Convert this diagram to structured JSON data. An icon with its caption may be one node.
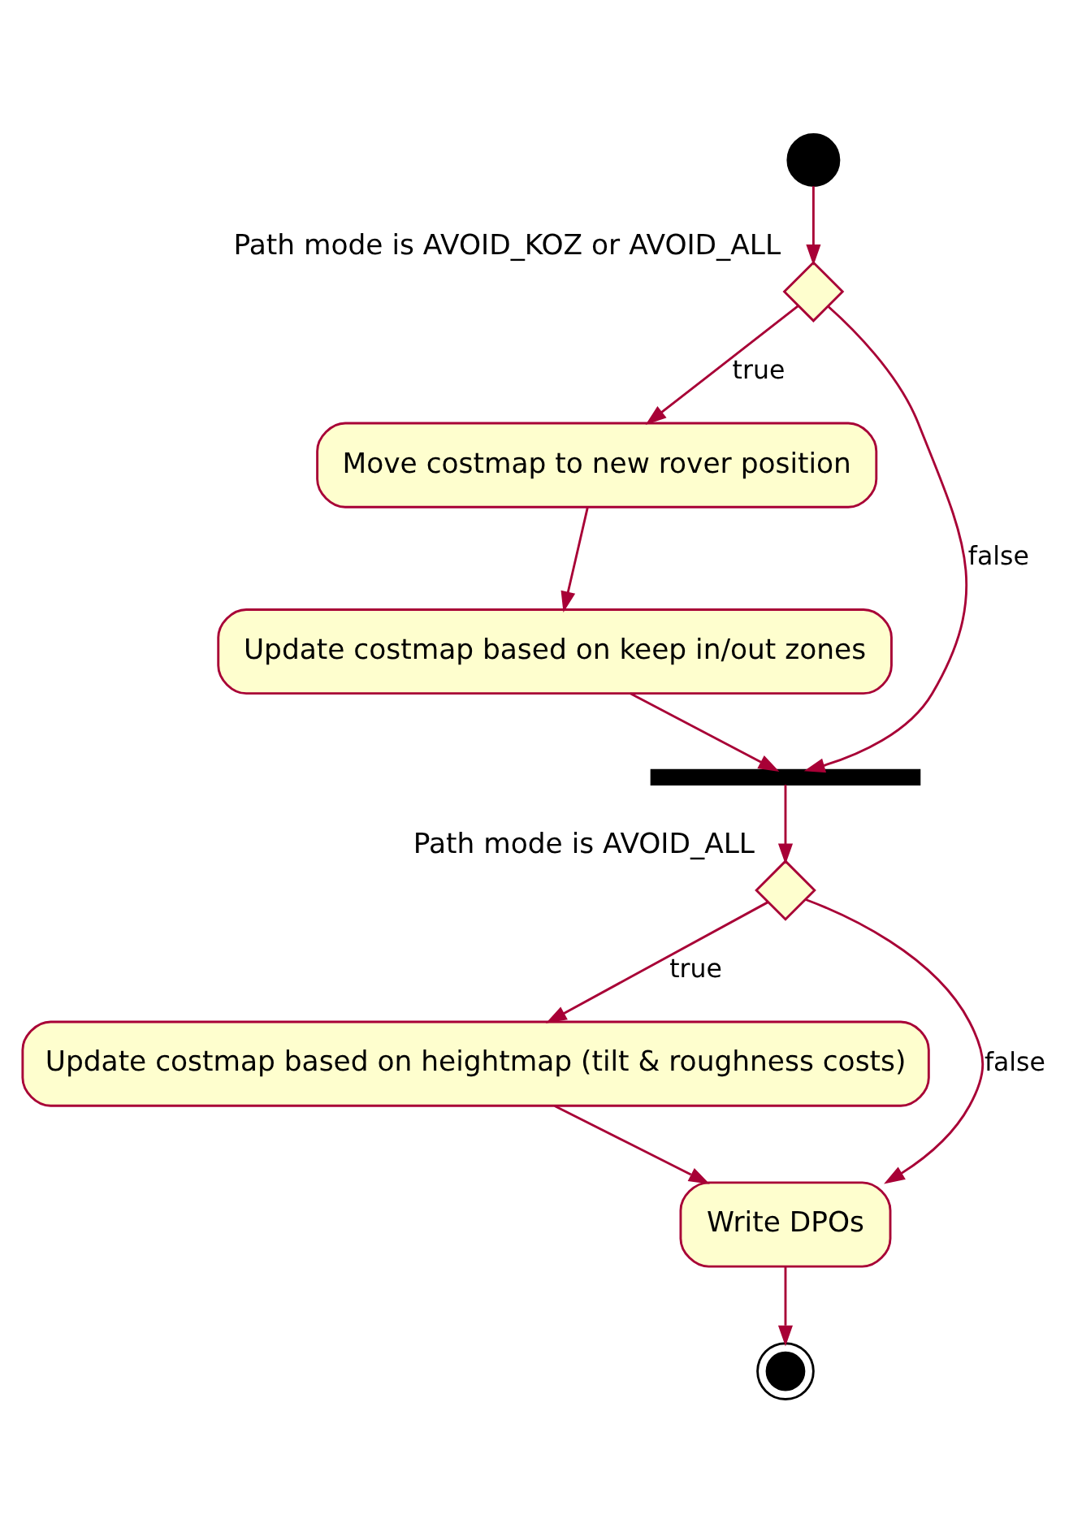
{
  "diagram": {
    "nodes": [
      {
        "text": [],
        "shape": "circle"
      },
      {
        "text": [],
        "shape": "diamond",
        "beside": [
          "Path mode is AVOID_KOZ or AVOID_ALL"
        ]
      },
      {
        "text": [
          "Move costmap to new rover position"
        ]
      },
      {
        "text": [
          "Update costmap based on keep in/out zones"
        ]
      },
      {
        "text": [],
        "shape": "bar"
      },
      {
        "text": [],
        "shape": "diamond",
        "beside": [
          "Path mode is AVOID_ALL"
        ]
      },
      {
        "text": [
          "Update costmap based on heightmap (tilt & roughness costs)"
        ]
      },
      {
        "text": [
          "Write DPOs"
        ]
      },
      {
        "text": [],
        "shape": "circle"
      }
    ],
    "edges": [
      {
        "from": 0,
        "to": 1,
        "arrow": "to"
      },
      {
        "from": 1,
        "to": 2,
        "arrow": "to",
        "label": "true"
      },
      {
        "from": 2,
        "to": 3,
        "arrow": "to"
      },
      {
        "from": 3,
        "to": 4,
        "arrow": "to"
      },
      {
        "from": 1,
        "to": 4,
        "arrow": "to",
        "label": "false"
      },
      {
        "from": 4,
        "to": 5,
        "arrow": "to"
      },
      {
        "from": 5,
        "to": 6,
        "arrow": "to",
        "label": "true"
      },
      {
        "from": 6,
        "to": 7,
        "arrow": "to"
      },
      {
        "from": 5,
        "to": 7,
        "arrow": "to",
        "label": "false"
      },
      {
        "from": 7,
        "to": 8,
        "arrow": "to"
      }
    ]
  }
}
